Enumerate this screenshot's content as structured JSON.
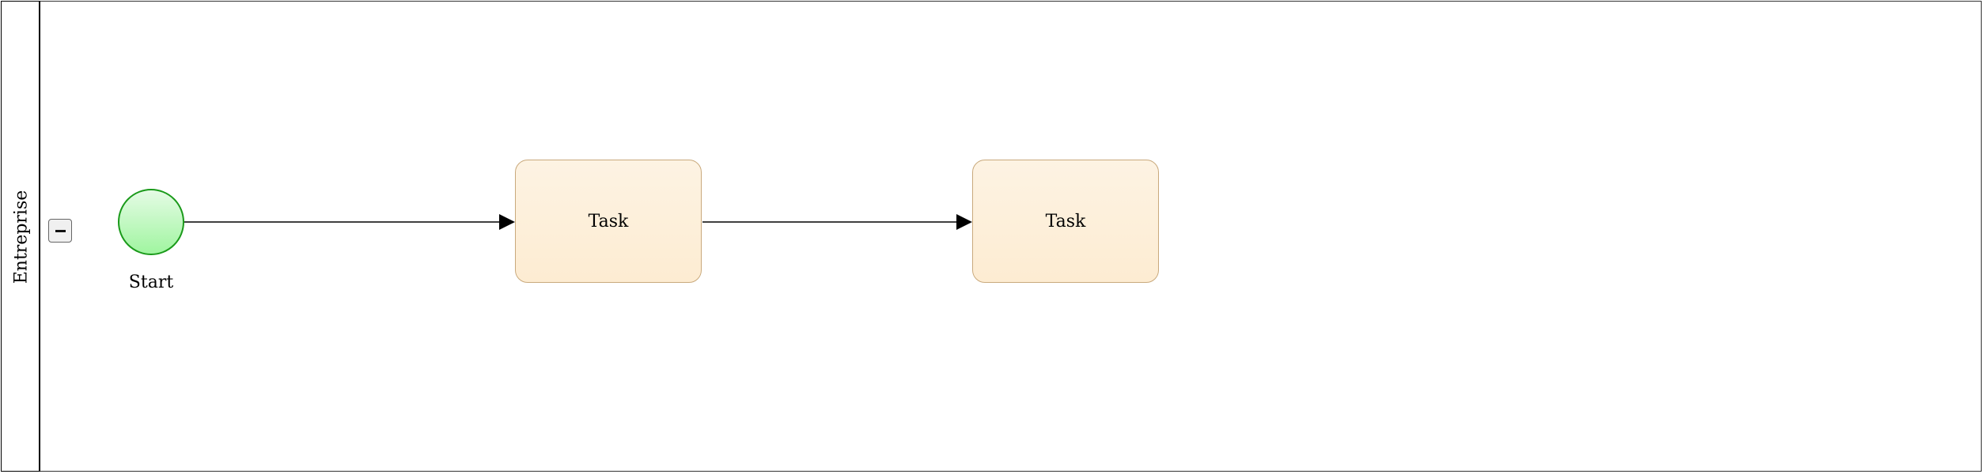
{
  "pool": {
    "label": "Entreprise"
  },
  "start_event": {
    "label": "Start",
    "fill_top": "#e6fbe6",
    "fill_bottom": "#9ff59f",
    "stroke": "#1a9a1a"
  },
  "tasks": [
    {
      "label": "Task"
    },
    {
      "label": "Task"
    }
  ],
  "colors": {
    "task_border": "#c9a97c",
    "task_fill": "#fdf0da",
    "flow": "#000000"
  }
}
